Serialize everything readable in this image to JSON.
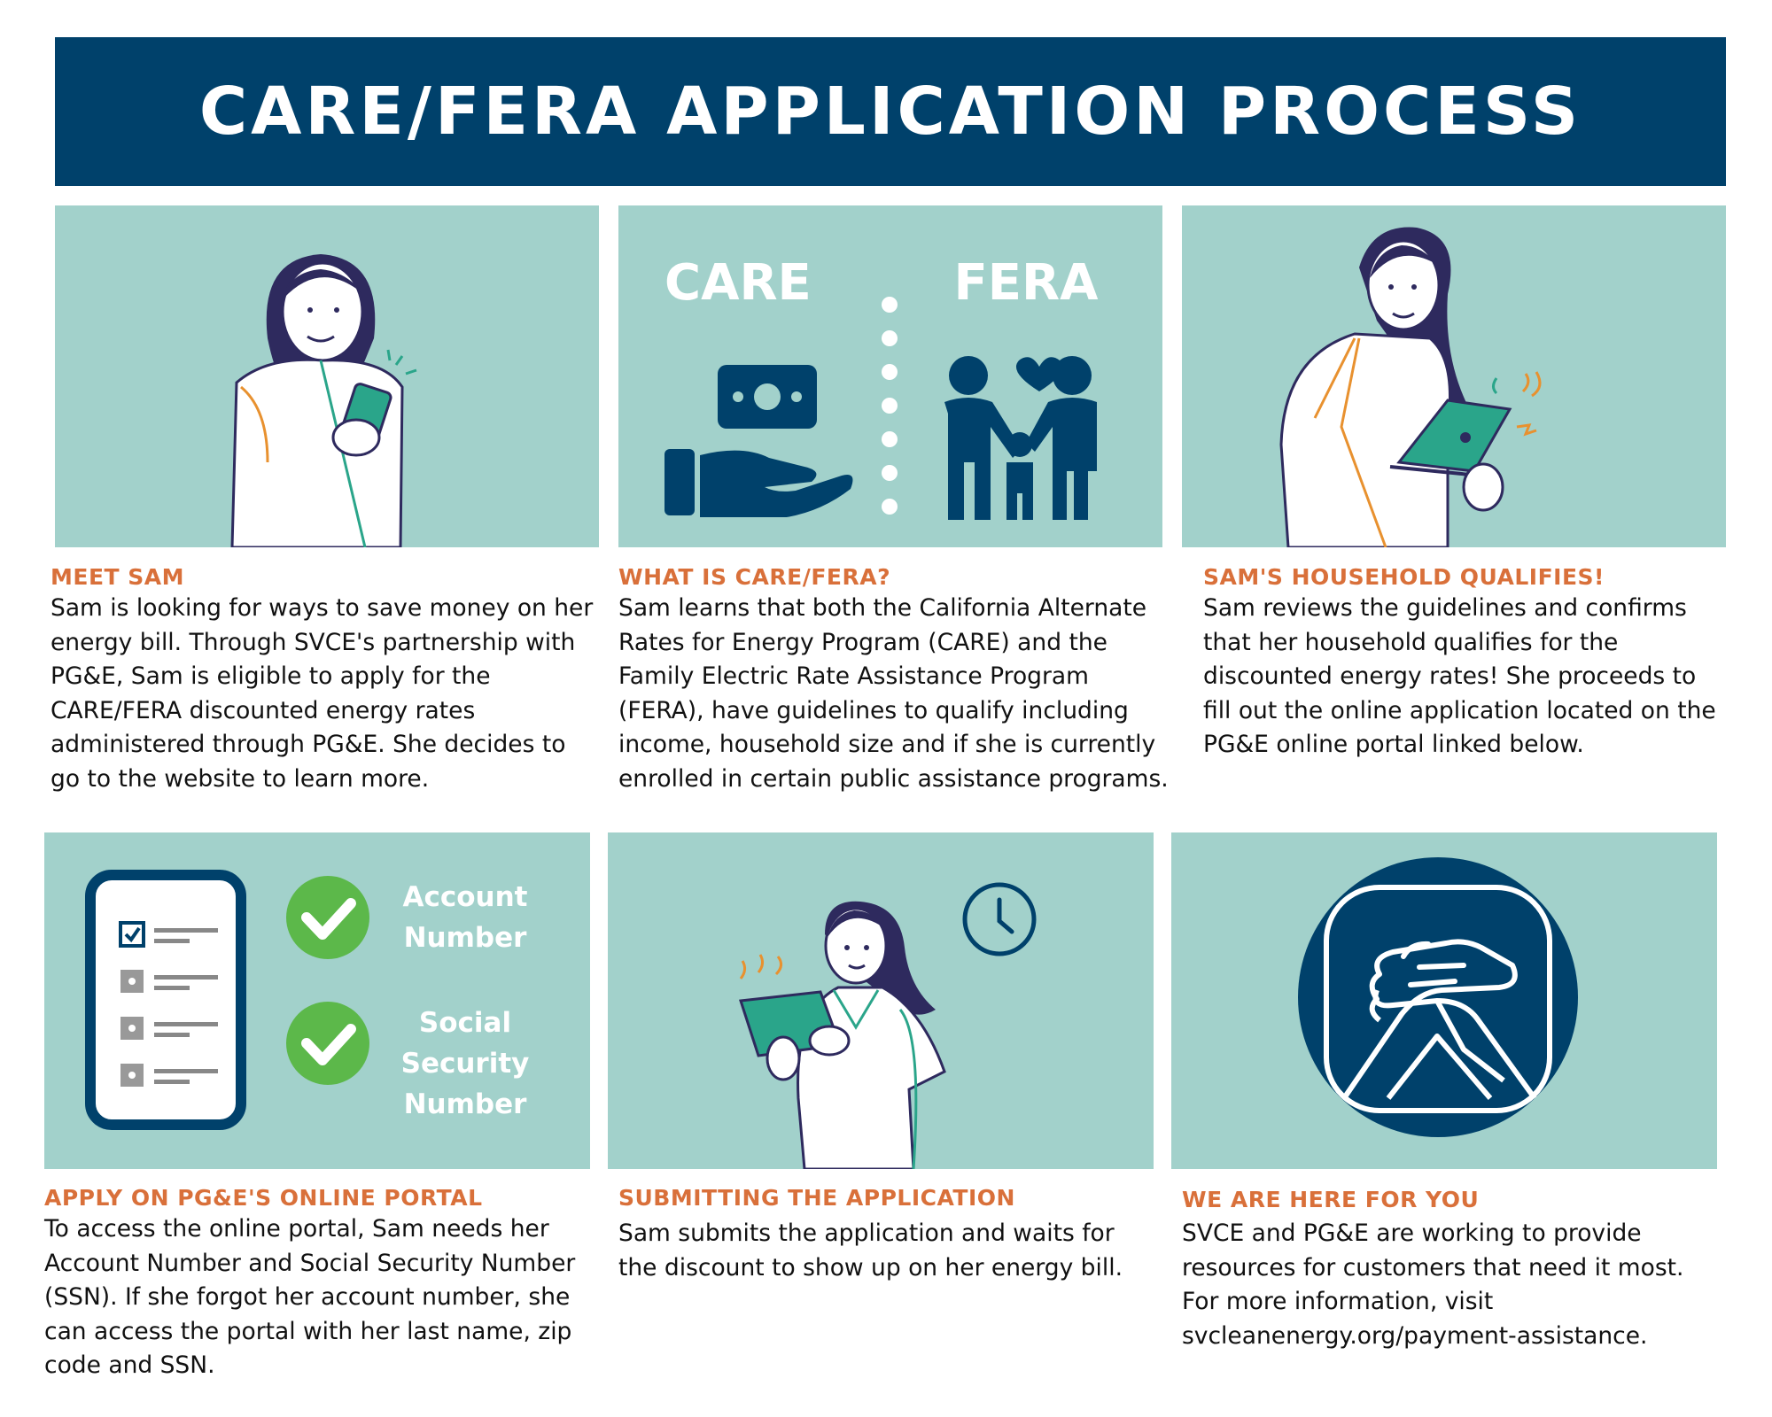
{
  "title": "CARE/FERA APPLICATION PROCESS",
  "steps": [
    {
      "heading": "MEET SAM",
      "body": "Sam is looking for ways to save money on her energy bill. Through SVCE's partnership with PG&E, Sam is eligible to apply for the CARE/FERA discounted energy rates administered through PG&E. She decides to go to the website to learn more."
    },
    {
      "heading": "WHAT IS CARE/FERA?",
      "body": "Sam learns that both the California Alternate Rates for Energy Program (CARE) and the Family Electric Rate Assistance Program (FERA), have guidelines to qualify including income, household size and if she is currently enrolled in certain public assistance programs."
    },
    {
      "heading": "SAM'S HOUSEHOLD QUALIFIES!",
      "body": "Sam reviews the guidelines and confirms that her household qualifies for the discounted energy rates! She proceeds to fill out the online application located on the PG&E online portal linked below."
    },
    {
      "heading": "APPLY ON PG&E'S ONLINE PORTAL",
      "body": "To access the online portal, Sam needs her Account Number and Social Security Number (SSN). If she forgot her account number, she can access the portal with her last name, zip code and SSN."
    },
    {
      "heading": "SUBMITTING THE APPLICATION",
      "body": "Sam submits the application and waits for the discount to show up on her energy bill."
    },
    {
      "heading": "WE ARE HERE FOR YOU",
      "body": "SVCE and PG&E are working to provide resources for customers that need it most. For more information, visit svcleanenergy.org/payment-assistance."
    }
  ],
  "care_fera_panel": {
    "left_label": "CARE",
    "right_label": "FERA"
  },
  "portal_panel": {
    "items": [
      {
        "line1": "Account",
        "line2": "Number",
        "line3": ""
      },
      {
        "line1": "Social",
        "line2": "Security",
        "line3": "Number"
      }
    ]
  },
  "icons": {
    "meet_sam": "woman-with-phone-icon",
    "care": "money-in-hand-icon",
    "fera": "family-heart-icon",
    "qualifies": "woman-with-laptop-icon",
    "portal": "phone-checklist-icon",
    "check": "green-check-icon",
    "submitting": "woman-with-tablet-icon",
    "clock": "clock-icon",
    "support": "handshake-icon"
  },
  "colors": {
    "navy": "#00416b",
    "panel": "#a2d1cb",
    "heading_orange": "#d9703a",
    "accent_green": "#2aa58a",
    "check_green": "#5cb84a"
  }
}
